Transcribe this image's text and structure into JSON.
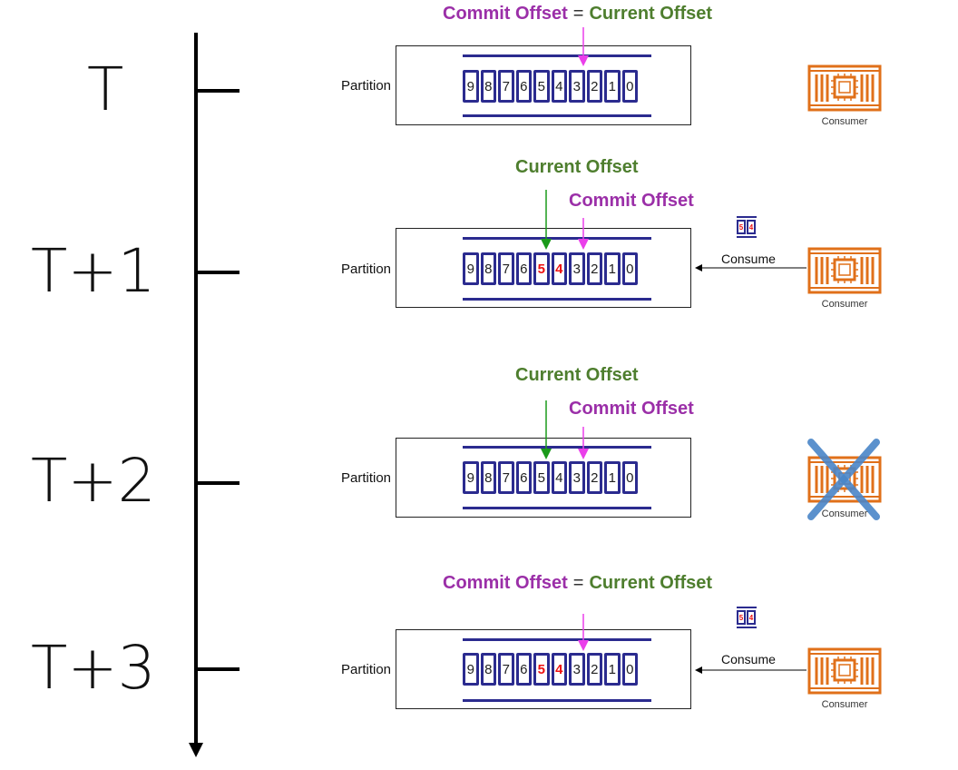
{
  "timeline": {
    "labels": [
      "T",
      "T+1",
      "T+2",
      "T+3"
    ]
  },
  "colors": {
    "commit": "#9b2fa8",
    "current": "#4e7e2e",
    "commit_arrow": "#ea3fea",
    "current_arrow": "#1a9a1a",
    "partition": "#2b2b8f",
    "consumer": "#e0701a",
    "cross": "#4a86c8",
    "highlight": "#ee1111"
  },
  "rows": [
    {
      "time": "T",
      "partition_label": "Partition",
      "offsets": [
        "9",
        "8",
        "7",
        "6",
        "5",
        "4",
        "3",
        "2",
        "1",
        "0"
      ],
      "highlighted": [],
      "annotation_combined": true,
      "commit_label": "Commit Offset",
      "equals": "=",
      "current_label": "Current Offset",
      "consumer_label": "Consumer",
      "consumer_crossed": false,
      "consume_label": "",
      "fetched": []
    },
    {
      "time": "T+1",
      "partition_label": "Partition",
      "offsets": [
        "9",
        "8",
        "7",
        "6",
        "5",
        "4",
        "3",
        "2",
        "1",
        "0"
      ],
      "highlighted": [
        "5",
        "4"
      ],
      "annotation_combined": false,
      "commit_label": "Commit Offset",
      "current_label": "Current Offset",
      "consumer_label": "Consumer",
      "consumer_crossed": false,
      "consume_label": "Consume",
      "fetched": [
        "5",
        "4"
      ]
    },
    {
      "time": "T+2",
      "partition_label": "Partition",
      "offsets": [
        "9",
        "8",
        "7",
        "6",
        "5",
        "4",
        "3",
        "2",
        "1",
        "0"
      ],
      "highlighted": [],
      "annotation_combined": false,
      "commit_label": "Commit Offset",
      "current_label": "Current Offset",
      "consumer_label": "Consumer",
      "consumer_crossed": true,
      "consume_label": "",
      "fetched": []
    },
    {
      "time": "T+3",
      "partition_label": "Partition",
      "offsets": [
        "9",
        "8",
        "7",
        "6",
        "5",
        "4",
        "3",
        "2",
        "1",
        "0"
      ],
      "highlighted": [
        "5",
        "4"
      ],
      "annotation_combined": true,
      "commit_label": "Commit Offset",
      "equals": "=",
      "current_label": "Current Offset",
      "consumer_label": "Consumer",
      "consumer_crossed": false,
      "consume_label": "Consume",
      "fetched": [
        "5",
        "4"
      ]
    }
  ]
}
